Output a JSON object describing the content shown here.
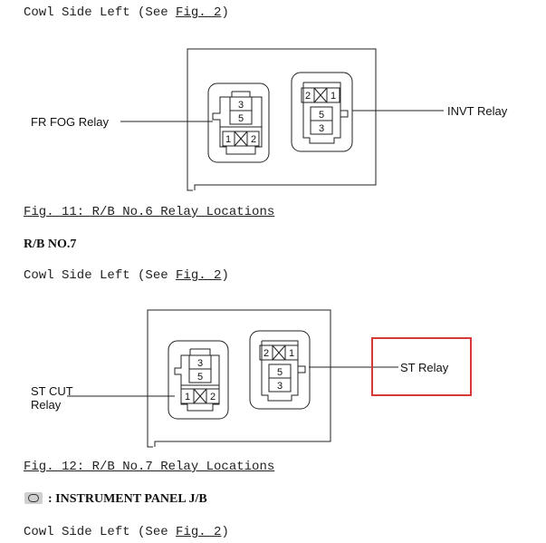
{
  "section1": {
    "location_prefix": "Cowl Side Left (See ",
    "location_link": "Fig. 2",
    "location_suffix": ")",
    "left_label": "FR FOG Relay",
    "right_label": "INVT Relay",
    "caption": "Fig. 11: R/B No.6 Relay Locations"
  },
  "section2": {
    "heading": "R/B NO.7",
    "location_prefix": "Cowl Side Left (See ",
    "location_link": "Fig. 2",
    "location_suffix": ")",
    "left_label_line1": "ST CUT",
    "left_label_line2": "Relay",
    "right_label": "ST Relay",
    "caption": "Fig. 12: R/B No.7 Relay Locations",
    "highlight_color": "#d63a35"
  },
  "section3": {
    "icon": "instrument-panel-jb-icon",
    "heading": ": INSTRUMENT PANEL J/B",
    "location_prefix": "Cowl Side Left (See ",
    "location_link": "Fig. 2",
    "location_suffix": ")"
  },
  "pins": {
    "p1": "1",
    "p2": "2",
    "p3": "3",
    "p5": "5"
  }
}
